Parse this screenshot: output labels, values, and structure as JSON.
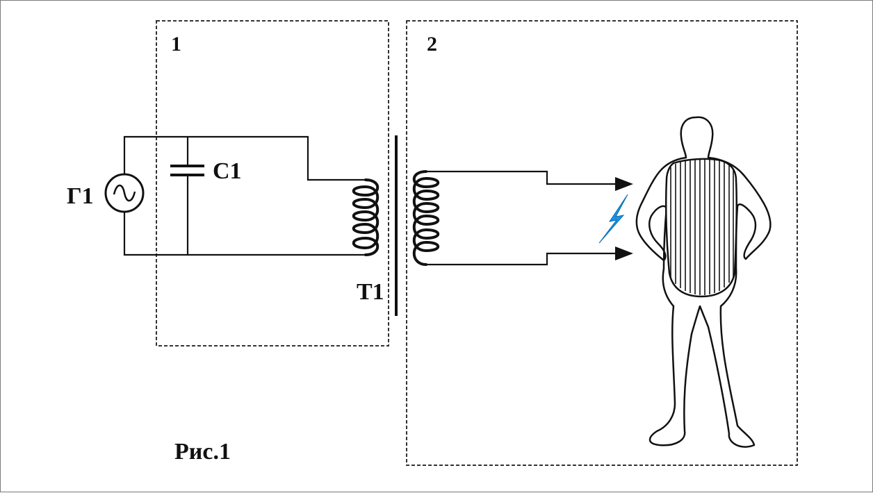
{
  "figure": {
    "block_1_label": "1",
    "block_2_label": "2",
    "generator_label": "Г1",
    "capacitor_label": "C1",
    "transformer_label": "T1",
    "caption": "Рис.1"
  },
  "icons": {
    "generator": "ac-source-icon",
    "capacitor": "capacitor-icon",
    "primary_coil": "inductor-icon",
    "secondary_coil": "inductor-icon",
    "spark": "lightning-icon",
    "person": "human-figure-icon"
  },
  "colors": {
    "line": "#111111",
    "spark": "#1e90e0",
    "border": "#7a7a7a"
  }
}
